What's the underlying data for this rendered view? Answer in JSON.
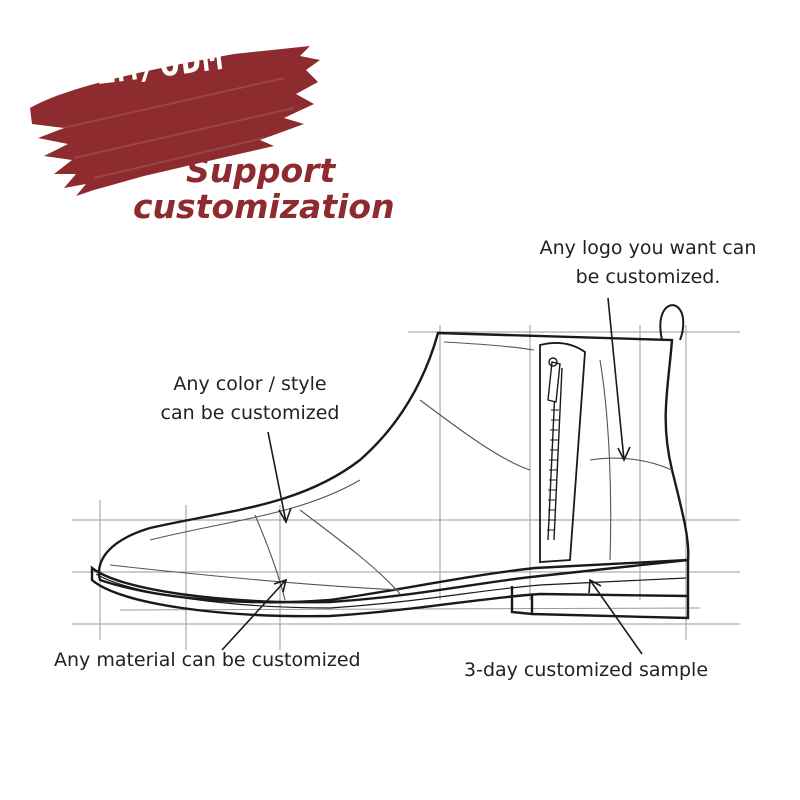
{
  "badge": {
    "text": "OEM/ODM",
    "color": "#8e2b2e"
  },
  "headline": {
    "line1": "Support",
    "line2": "customization",
    "color": "#8e2b2e"
  },
  "callouts": {
    "logo": {
      "line1": "Any logo you want can",
      "line2": "be customized."
    },
    "color_style": {
      "line1": "Any color / style",
      "line2": "can be customized"
    },
    "material": {
      "text": "Any material can be customized"
    },
    "sample": {
      "text": "3-day customized sample"
    }
  },
  "illustration": {
    "subject": "chelsea-zip-boot-sketch-icon"
  }
}
